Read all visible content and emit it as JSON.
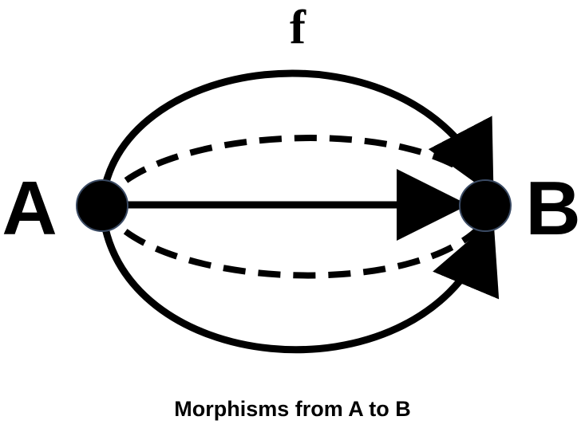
{
  "nodes": {
    "source": {
      "label": "A"
    },
    "target": {
      "label": "B"
    }
  },
  "morphism_label": "f",
  "caption": "Morphisms from A to B",
  "colors": {
    "ink": "#000000",
    "node_fill": "#000000",
    "node_outline": "#3a4a63",
    "background": "#ffffff"
  }
}
